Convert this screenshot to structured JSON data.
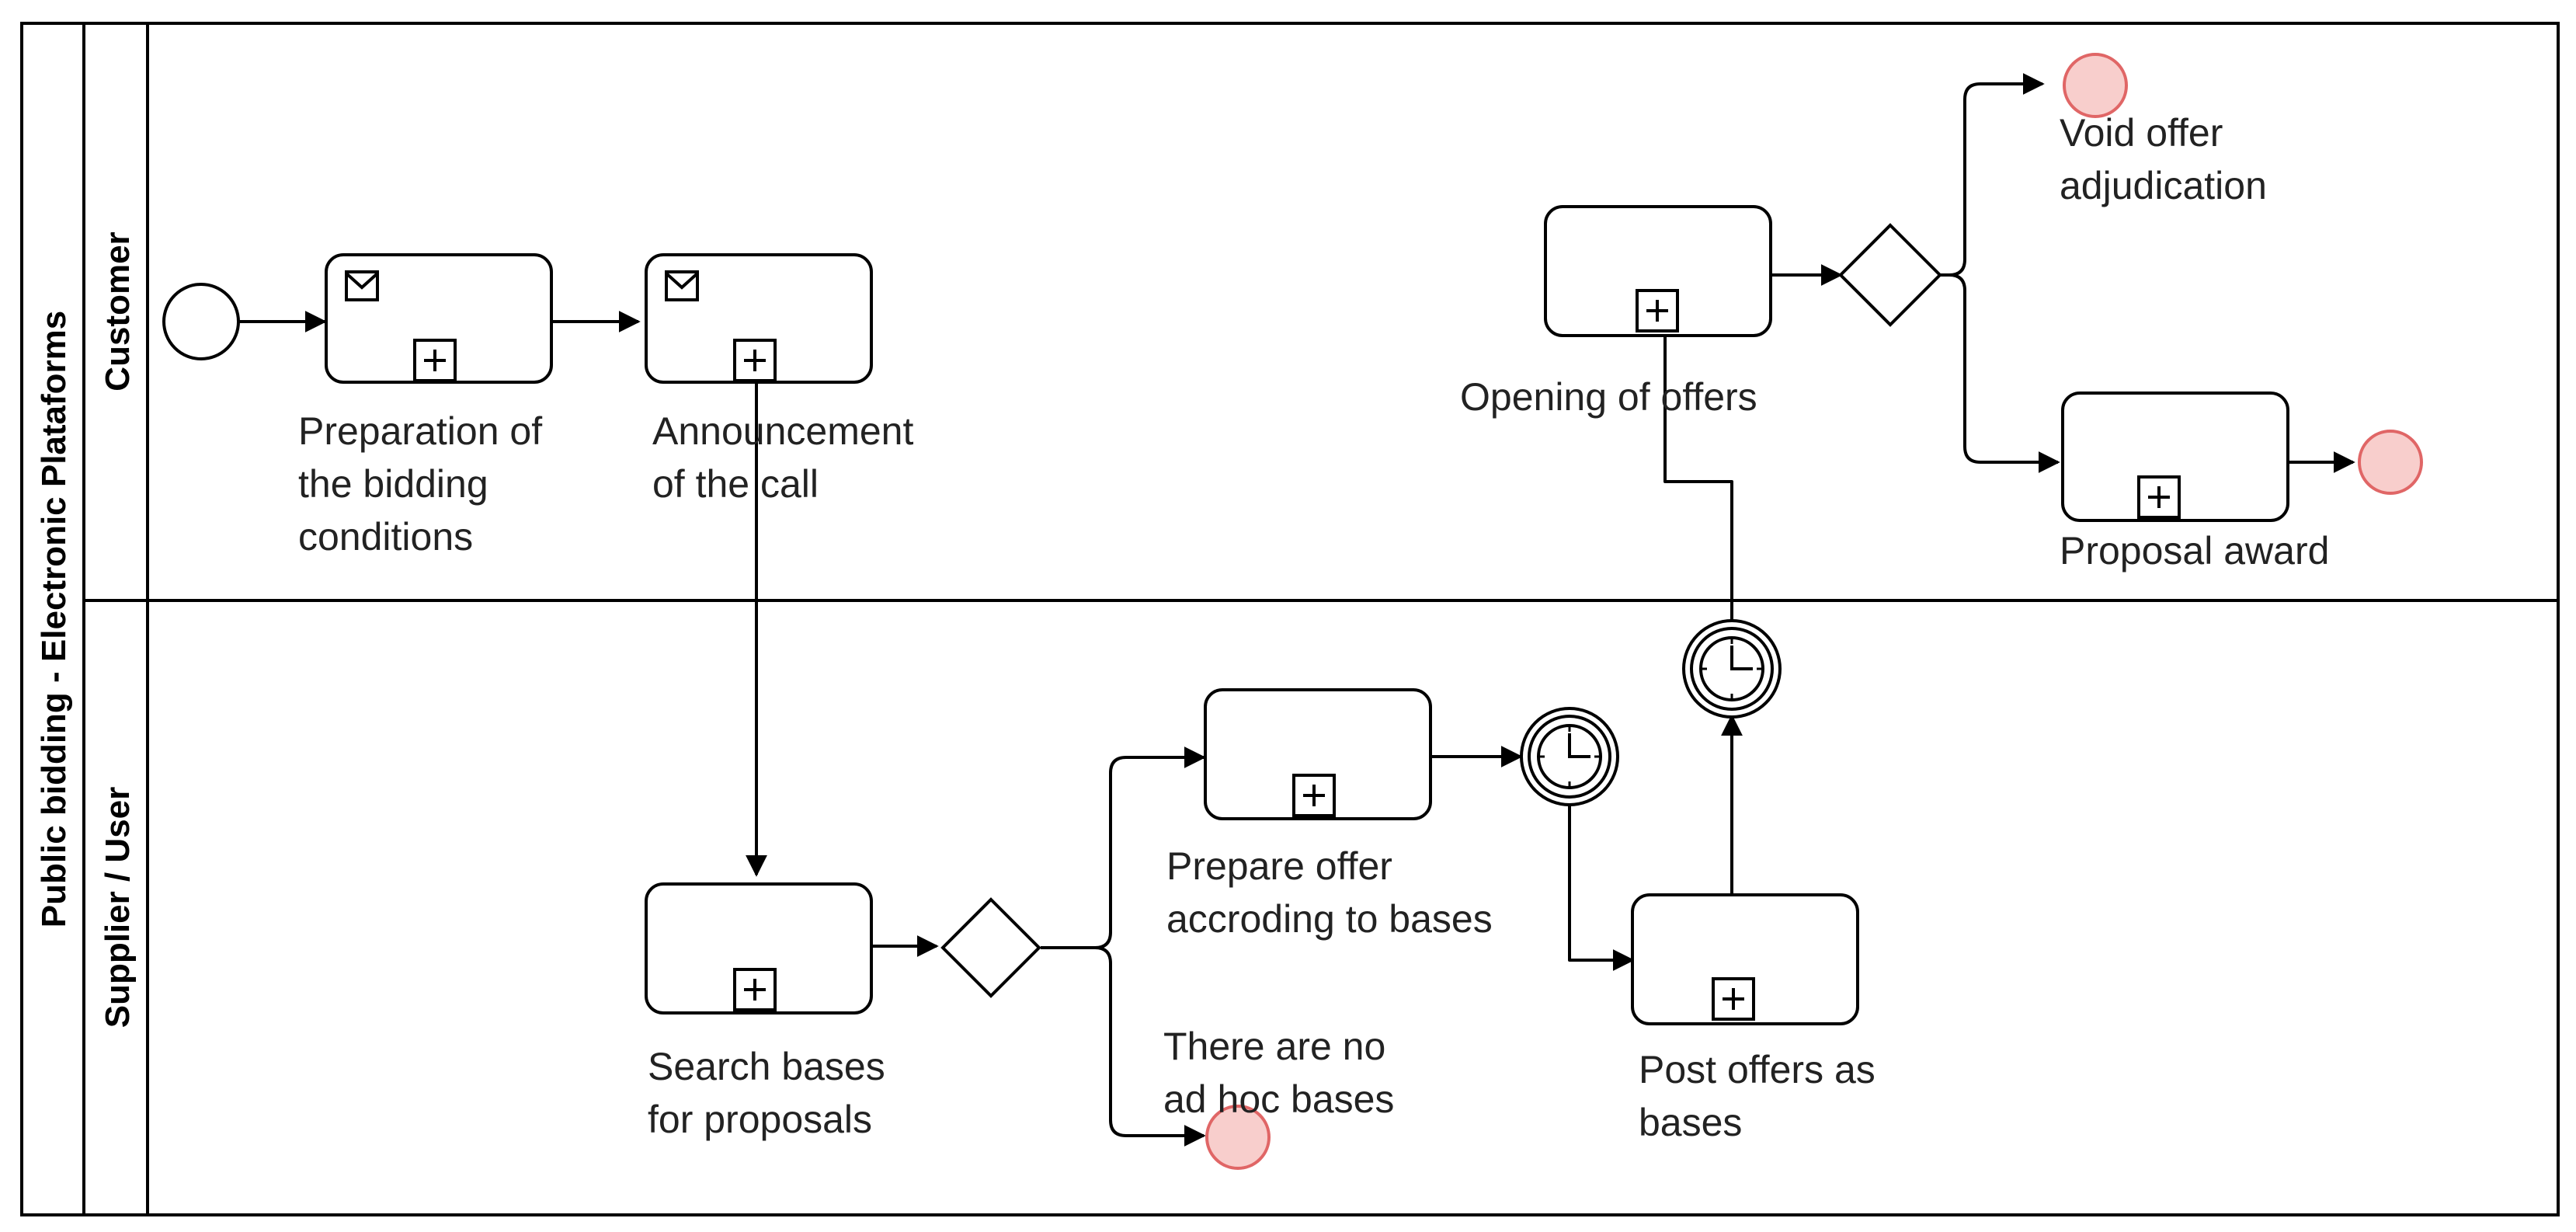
{
  "pool": {
    "title": "Public bidding - Electronic Plataforms",
    "lanes": [
      "Customer",
      "Supplier / User"
    ]
  },
  "tasks": {
    "preparation": [
      "Preparation of",
      "the bidding",
      "conditions"
    ],
    "announcement": [
      "Announcement",
      "of the call"
    ],
    "opening": [
      "Opening of offers"
    ],
    "proposal_award": [
      "Proposal award"
    ],
    "search_bases": [
      "Search bases",
      "for proposals"
    ],
    "prepare_offer": [
      "Prepare offer",
      "accroding to bases"
    ],
    "post_offers": [
      "Post offers as",
      "bases"
    ]
  },
  "events": {
    "void_offer": [
      "Void offer",
      "adjudication"
    ],
    "no_bases": [
      "There are no",
      "ad hoc bases"
    ]
  },
  "colors": {
    "line": "#000000",
    "end_event_fill": "#f8cecc",
    "end_event_stroke": "#e06666"
  }
}
